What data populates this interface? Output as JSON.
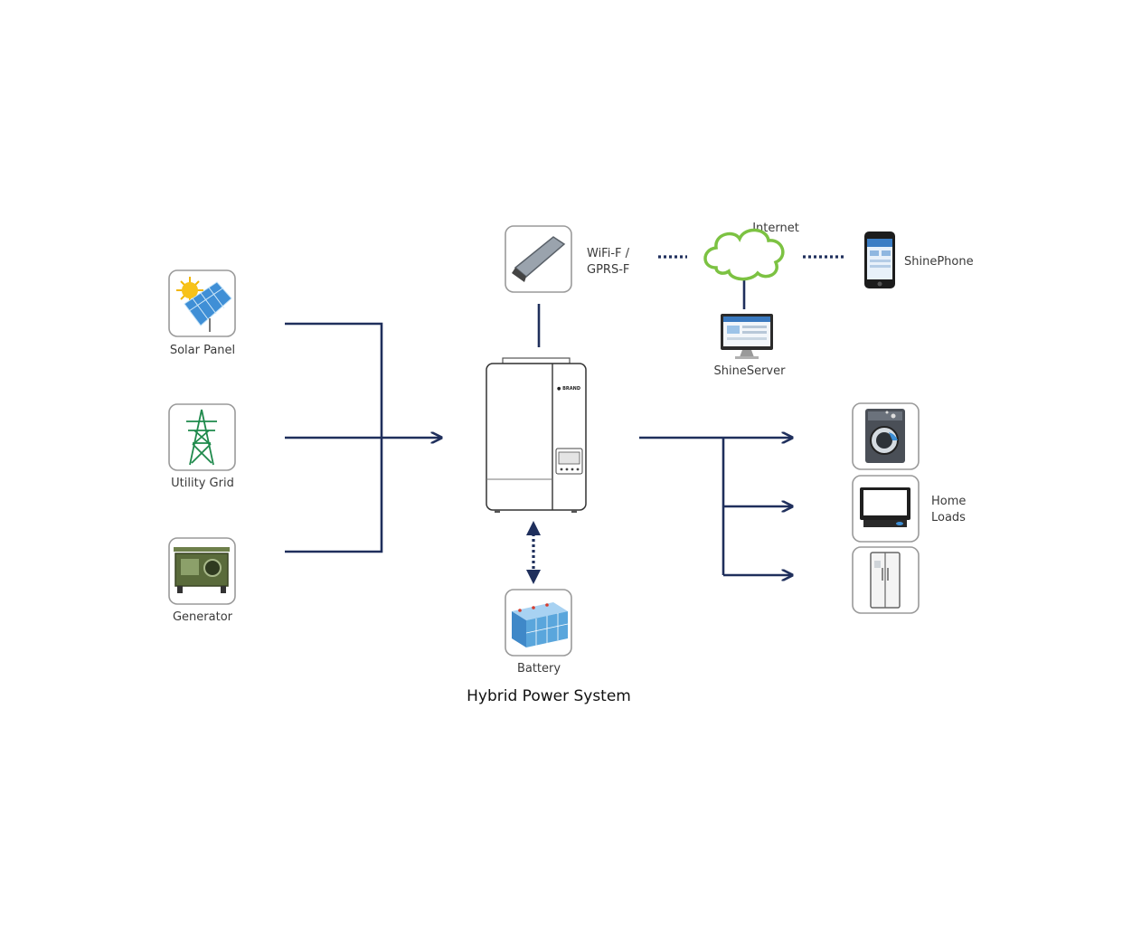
{
  "title": "Hybrid Power System",
  "labels": {
    "solar": "Solar Panel",
    "grid": "Utility Grid",
    "generator": "Generator",
    "wifi_line1": "WiFi-F /",
    "wifi_line2": "GPRS-F",
    "internet": "Internet",
    "phone": "ShinePhone",
    "server": "ShineServer",
    "battery": "Battery",
    "loads_line1": "Home",
    "loads_line2": "Loads"
  },
  "colors": {
    "line": "#1f2f5c",
    "cloud": "#7cc242",
    "tile_border": "#9a9a9a",
    "tower": "#1f8a4c",
    "battery_cells": "#5aa6dc"
  },
  "icons": [
    "sun-solar-panel-icon",
    "power-tower-icon",
    "generator-icon",
    "wifi-dongle-icon",
    "cloud-icon",
    "smartphone-icon",
    "monitor-icon",
    "battery-icon",
    "washing-machine-icon",
    "television-icon",
    "refrigerator-icon",
    "inverter-unit"
  ]
}
